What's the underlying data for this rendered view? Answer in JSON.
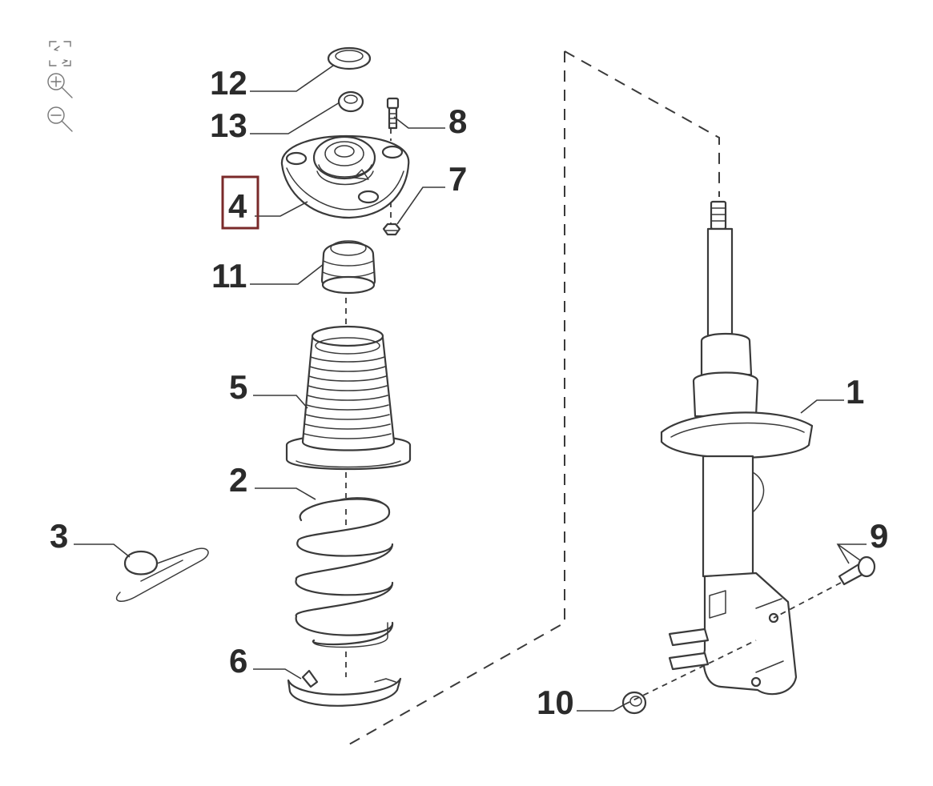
{
  "toolbar": {
    "tools": [
      {
        "name": "fit-to-screen",
        "icon": "fit-screen-icon"
      },
      {
        "name": "zoom-in",
        "icon": "zoom-in-icon"
      },
      {
        "name": "zoom-out",
        "icon": "zoom-out-icon"
      }
    ]
  },
  "diagram": {
    "highlighted_callout": "4",
    "highlight_color": "#7a2a2a",
    "line_color": "#3a3a3a",
    "callouts": {
      "c1": "1",
      "c2": "2",
      "c3": "3",
      "c4": "4",
      "c5": "5",
      "c6": "6",
      "c7": "7",
      "c8": "8",
      "c9": "9",
      "c10": "10",
      "c11": "11",
      "c12": "12",
      "c13": "13"
    }
  }
}
